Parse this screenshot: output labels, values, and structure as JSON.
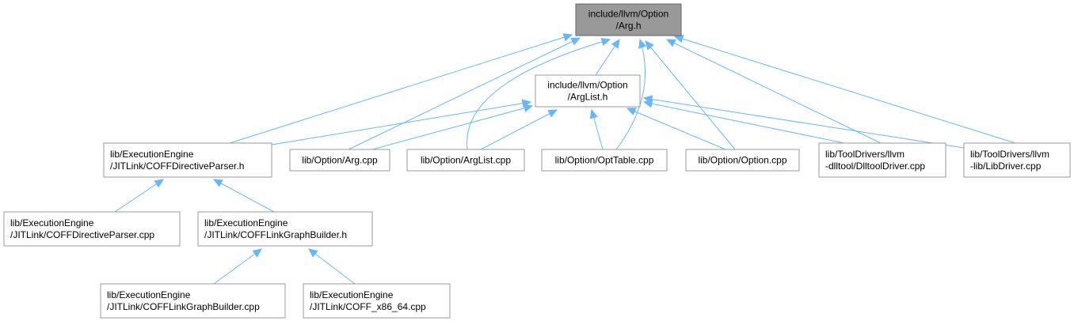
{
  "graph": {
    "title": "include/llvm/Option/Arg.h dependency graph",
    "colors": {
      "edge": "#63b8ff",
      "root_fill": "#999999",
      "node_border": "#999999"
    },
    "nodes": [
      {
        "id": "arg_h",
        "lines": [
          "include/llvm/Option",
          "/Arg.h"
        ],
        "root": true
      },
      {
        "id": "arglist_h",
        "lines": [
          "include/llvm/Option",
          "/ArgList.h"
        ]
      },
      {
        "id": "coffdir_h",
        "lines": [
          "lib/ExecutionEngine",
          "/JITLink/COFFDirectiveParser.h"
        ]
      },
      {
        "id": "arg_cpp",
        "lines": [
          "lib/Option/Arg.cpp"
        ]
      },
      {
        "id": "arglist_cpp",
        "lines": [
          "lib/Option/ArgList.cpp"
        ]
      },
      {
        "id": "opttable_cpp",
        "lines": [
          "lib/Option/OptTable.cpp"
        ]
      },
      {
        "id": "option_cpp",
        "lines": [
          "lib/Option/Option.cpp"
        ]
      },
      {
        "id": "dlltool_cpp",
        "lines": [
          "lib/ToolDrivers/llvm",
          "-dlltool/DlltoolDriver.cpp"
        ]
      },
      {
        "id": "libdriver_cpp",
        "lines": [
          "lib/ToolDrivers/llvm",
          "-lib/LibDriver.cpp"
        ]
      },
      {
        "id": "coffdir_cpp",
        "lines": [
          "lib/ExecutionEngine",
          "/JITLink/COFFDirectiveParser.cpp"
        ]
      },
      {
        "id": "cofflgb_h",
        "lines": [
          "lib/ExecutionEngine",
          "/JITLink/COFFLinkGraphBuilder.h"
        ]
      },
      {
        "id": "cofflgb_cpp",
        "lines": [
          "lib/ExecutionEngine",
          "/JITLink/COFFLinkGraphBuilder.cpp"
        ]
      },
      {
        "id": "coffx86_cpp",
        "lines": [
          "lib/ExecutionEngine",
          "/JITLink/COFF_x86_64.cpp"
        ]
      }
    ],
    "edges": [
      {
        "from": "arglist_h",
        "to": "arg_h"
      },
      {
        "from": "coffdir_h",
        "to": "arg_h"
      },
      {
        "from": "arg_cpp",
        "to": "arg_h"
      },
      {
        "from": "arglist_cpp",
        "to": "arg_h"
      },
      {
        "from": "opttable_cpp",
        "to": "arg_h"
      },
      {
        "from": "option_cpp",
        "to": "arg_h"
      },
      {
        "from": "dlltool_cpp",
        "to": "arg_h"
      },
      {
        "from": "libdriver_cpp",
        "to": "arg_h"
      },
      {
        "from": "coffdir_h",
        "to": "arglist_h"
      },
      {
        "from": "arg_cpp",
        "to": "arglist_h"
      },
      {
        "from": "arglist_cpp",
        "to": "arglist_h"
      },
      {
        "from": "opttable_cpp",
        "to": "arglist_h"
      },
      {
        "from": "option_cpp",
        "to": "arglist_h"
      },
      {
        "from": "dlltool_cpp",
        "to": "arglist_h"
      },
      {
        "from": "libdriver_cpp",
        "to": "arglist_h"
      },
      {
        "from": "coffdir_cpp",
        "to": "coffdir_h"
      },
      {
        "from": "cofflgb_h",
        "to": "coffdir_h"
      },
      {
        "from": "cofflgb_cpp",
        "to": "cofflgb_h"
      },
      {
        "from": "coffx86_cpp",
        "to": "cofflgb_h"
      }
    ]
  }
}
